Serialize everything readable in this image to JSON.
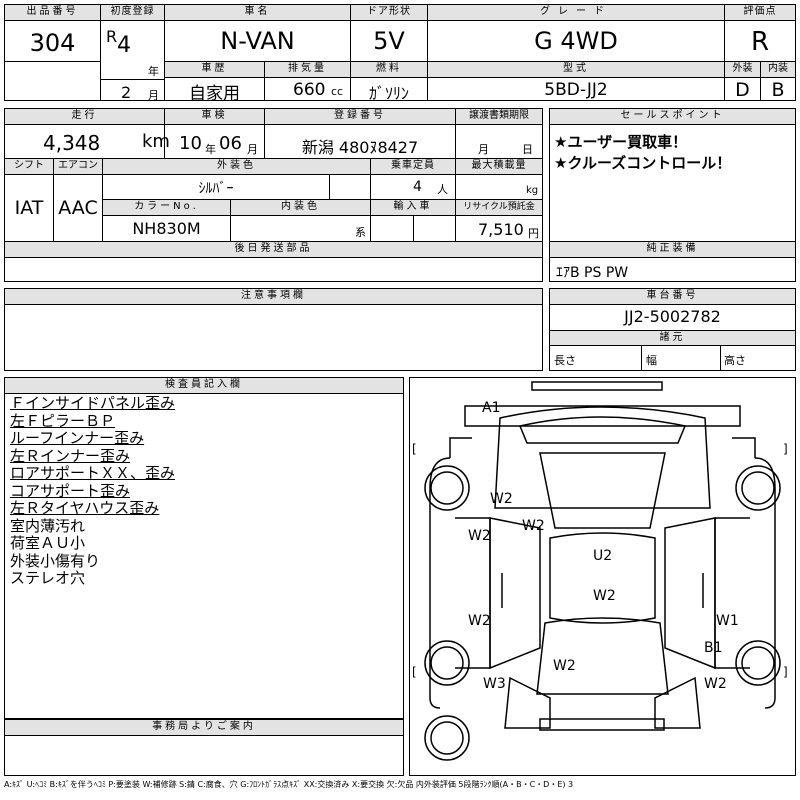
{
  "row1": {
    "lot_label": "出品番号",
    "lot": "304",
    "first_reg_label": "初度登録",
    "era": "R",
    "year": "4",
    "year_unit": "年",
    "month": "2",
    "month_unit": "月",
    "model_label": "車名",
    "model": "N-VAN",
    "door_label": "ドア形状",
    "door": "5V",
    "grade_label": "グレード",
    "grade": "G 4WD",
    "score_label": "評価点",
    "score": "R"
  },
  "row2": {
    "history_label": "車歴",
    "history": "自家用",
    "displacement_label": "排気量",
    "displacement": "660",
    "displacement_unit": "cc",
    "fuel_label": "燃料",
    "fuel": "ｶﾞｿﾘﾝ",
    "type_label": "型式",
    "type": "5BD-JJ2",
    "ext_label": "外装",
    "ext": "D",
    "int_label": "内装",
    "int": "B"
  },
  "row3": {
    "mileage_label": "走行",
    "mileage": "4,348",
    "mileage_unit": "km",
    "inspection_label": "車検",
    "insp_year": "10",
    "insp_year_unit": "年",
    "insp_month": "06",
    "insp_month_unit": "月",
    "plate_label": "登録番号",
    "plate": "新潟 480ﾇ8427",
    "transfer_label": "譲渡書類期限",
    "transfer_month_unit": "月",
    "transfer_day_unit": "日",
    "sales_label": "セールスポイント",
    "sales_points": [
      "★ユーザー買取車！",
      "★クルーズコントロール！"
    ]
  },
  "row4": {
    "shift_label": "シフト",
    "shift": "IAT",
    "ac_label": "エアコン",
    "ac": "AAC",
    "ext_color_label": "外装色",
    "ext_color": "ｼﾙﾊﾞｰ",
    "capacity_label": "乗車定員",
    "capacity": "4",
    "capacity_unit": "人",
    "load_label": "最大積載量",
    "load_unit": "kg",
    "color_no_label": "カラーNo.",
    "color_no": "NH830M",
    "int_color_label": "内装色",
    "int_color_unit": "系",
    "import_label": "輸入車",
    "recycle_label": "リサイクル預託金",
    "recycle": "7,510",
    "recycle_unit": "円"
  },
  "later_parts_label": "後日発送部品",
  "equipment_label": "純正装備",
  "equipment": "ｴｱB PS PW",
  "notes_label": "注意事項欄",
  "chassis_label": "車台番号",
  "chassis": "JJ2-5002782",
  "spec_label": "諸元",
  "length_label": "長さ",
  "width_label": "幅",
  "height_label": "高さ",
  "inspector_label": "検査員記入欄",
  "inspector_notes": [
    {
      "text": "Ｆインサイドパネル歪み",
      "underline": true
    },
    {
      "text": "左ＦピラーＢＰ",
      "underline": true
    },
    {
      "text": "ルーフインナー歪み",
      "underline": true
    },
    {
      "text": "左Ｒインナー歪み",
      "underline": true
    },
    {
      "text": "ロアサポートＸＸ、歪み",
      "underline": true
    },
    {
      "text": "コアサポート歪み",
      "underline": true
    },
    {
      "text": "左Ｒタイヤハウス歪み",
      "underline": true
    },
    {
      "text": "室内薄汚れ",
      "underline": false
    },
    {
      "text": "荷室ＡＵ小",
      "underline": false
    },
    {
      "text": "外装小傷有り",
      "underline": false
    },
    {
      "text": "ステレオ穴",
      "underline": false
    }
  ],
  "diagram_marks": [
    "A1",
    "W2",
    "W2",
    "W2",
    "U2",
    "W2",
    "W2",
    "W1",
    "B1",
    "W2",
    "W3",
    "W2"
  ],
  "office_label": "事務局よりご案内",
  "legend": "A:ｷｽﾞ U:ﾍｺﾐ B:ｷｽﾞを伴うﾍｺﾐ P:要塗装 W:補修跡 S:錆 C:腐食、穴 G:ﾌﾛﾝﾄｶﾞﾗｽ点ｷｽﾞ XX:交換済み X:要交換 欠:欠品 内外装評価 5段階ﾗﾝｸ順(A・B・C・D・E) 3"
}
